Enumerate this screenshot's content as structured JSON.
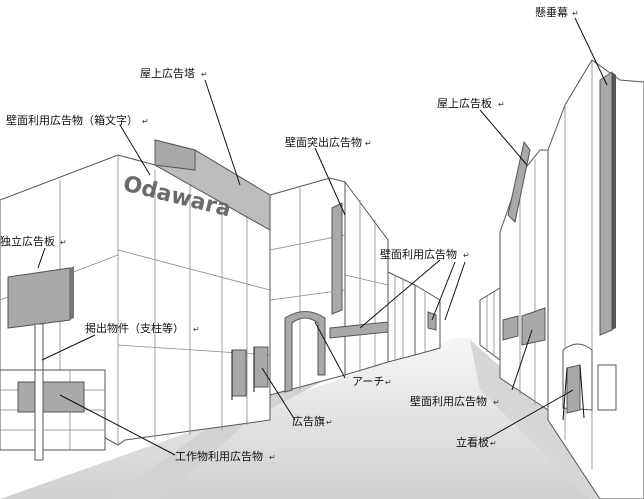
{
  "brand_text": "Odawara",
  "return_mark": "↵",
  "colors": {
    "sign_gray": "#a9a9a9",
    "sign_dark": "#777777",
    "road": "#dcdcdc",
    "line": "#111111"
  },
  "labels": {
    "kendarumaku": "懸垂幕",
    "okujo_kotokou": "屋上広告塔",
    "okujo_kokokuban": "屋上広告板",
    "hekimen_hakomoji": "壁面利用広告物（箱文字）",
    "hekimen_tosshutsu": "壁面突出広告物",
    "dokuritsu": "独立広告板",
    "hekimen_riyo_top": "壁面利用広告物",
    "keishutsu": "掲出物件（支柱等）",
    "arch": "アーチ",
    "hekimen_riyo_bottom": "壁面利用広告物",
    "kokokuki": "広告旗",
    "tatekanban": "立看板",
    "kosakubutsu": "工作物利用広告物"
  }
}
